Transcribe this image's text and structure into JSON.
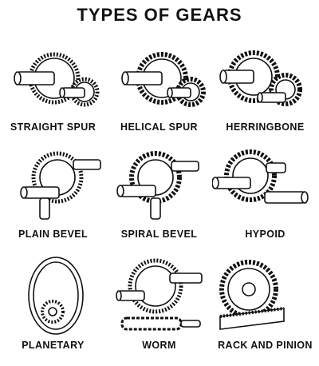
{
  "title": "TYPES OF GEARS",
  "gears": [
    {
      "label": "STRAIGHT SPUR"
    },
    {
      "label": "HELICAL SPUR"
    },
    {
      "label": "HERRINGBONE"
    },
    {
      "label": "PLAIN BEVEL"
    },
    {
      "label": "SPIRAL BEVEL"
    },
    {
      "label": "HYPOID"
    },
    {
      "label": "PLANETARY"
    },
    {
      "label": "WORM"
    },
    {
      "label": "RACK AND PINION"
    }
  ]
}
